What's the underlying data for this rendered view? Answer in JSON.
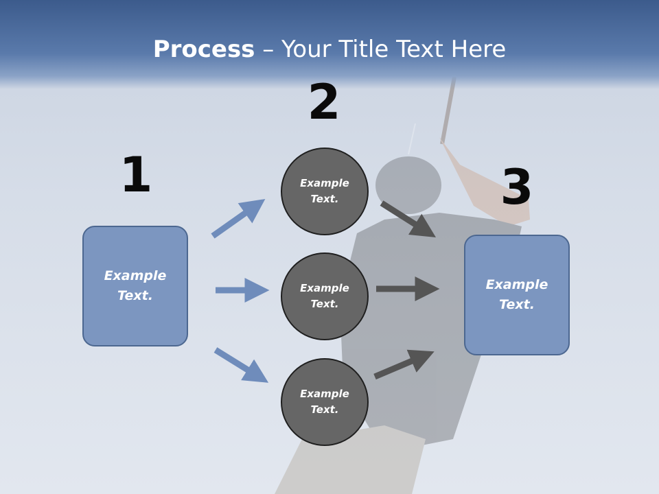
{
  "title": {
    "bold": "Process",
    "rest": " – Your Title Text Here"
  },
  "steps": {
    "one": "1",
    "two": "2",
    "three": "3"
  },
  "left_box": {
    "line1": "Example",
    "line2": "Text."
  },
  "circles": [
    {
      "line1": "Example",
      "line2": "Text."
    },
    {
      "line1": "Example",
      "line2": "Text."
    },
    {
      "line1": "Example",
      "line2": "Text."
    }
  ],
  "right_box": {
    "line1": "Example",
    "line2": "Text."
  },
  "colors": {
    "header": "#3c5b8c",
    "box_fill": "#7c96c0",
    "circle_fill": "#666666",
    "blue_arrow": "#6f8cbb",
    "gray_arrow": "#555555"
  }
}
